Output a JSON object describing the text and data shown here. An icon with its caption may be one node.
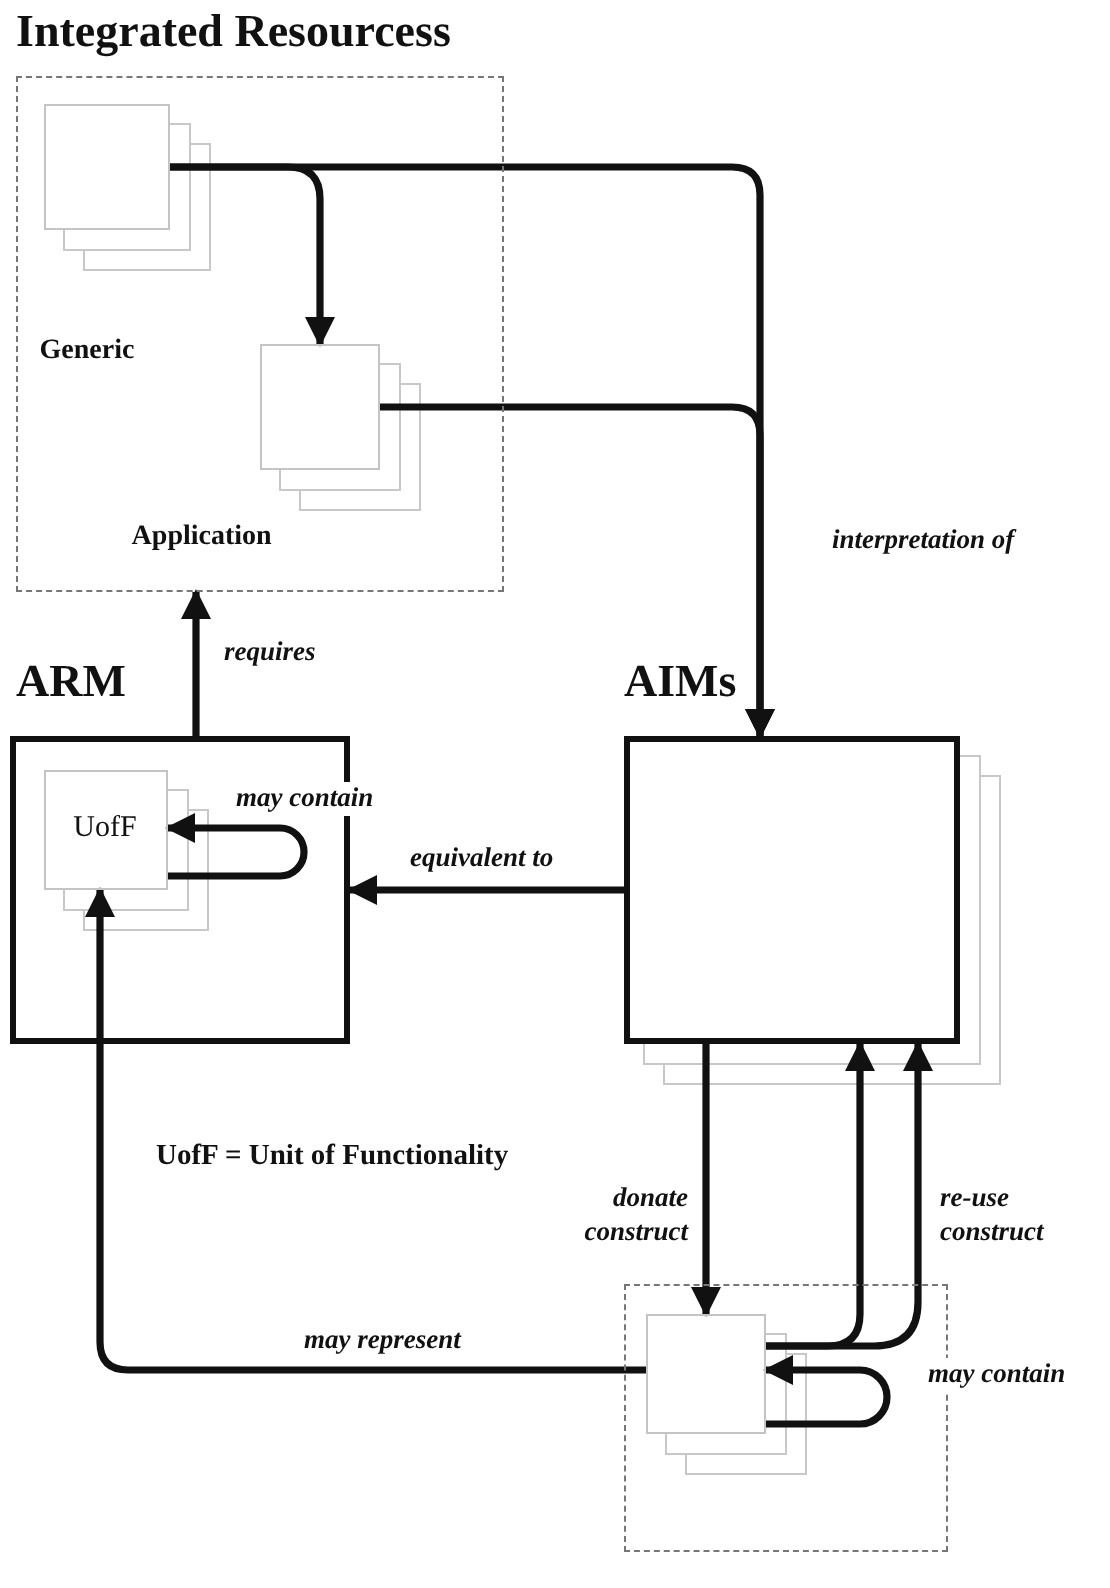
{
  "diagram": {
    "nodes": [
      {
        "text": [
          "Integrated Resourcess"
        ]
      },
      {
        "text": [],
        "shape": "box",
        "in": 0,
        "beside": [
          "Generic"
        ]
      },
      {
        "text": [],
        "shape": "box",
        "in": 0,
        "beside": [
          "Application"
        ]
      },
      {
        "text": [
          "ARM"
        ]
      },
      {
        "text": [
          "UofF"
        ],
        "in": 3
      },
      {
        "text": [
          "AIMs"
        ]
      },
      {
        "text": [],
        "shape": "box"
      },
      {
        "text": [],
        "shape": "box",
        "in": 6
      }
    ],
    "edges": [
      {
        "from": 1,
        "to": 2,
        "arrow": "to"
      },
      {
        "from": 1,
        "to": 5,
        "arrow": "to",
        "label": "interpretation of"
      },
      {
        "from": 2,
        "to": 5,
        "arrow": "to"
      },
      {
        "from": 3,
        "to": 0,
        "arrow": "to",
        "label": "requires"
      },
      {
        "from": 4,
        "to": 4,
        "arrow": "to",
        "label": "may contain"
      },
      {
        "from": 5,
        "to": 3,
        "arrow": "to",
        "label": "equivalent to"
      },
      {
        "from": 5,
        "to": 7,
        "arrow": "to",
        "label": "donate construct"
      },
      {
        "from": 7,
        "to": 5,
        "arrow": "to"
      },
      {
        "from": 7,
        "to": 5,
        "arrow": "to",
        "label": "re-use construct"
      },
      {
        "from": 7,
        "to": 7,
        "arrow": "to",
        "label": "may contain"
      },
      {
        "from": 7,
        "to": 4,
        "arrow": "to",
        "label": "may represent"
      }
    ],
    "labels": [
      "UofF = Unit of Functionality"
    ]
  }
}
